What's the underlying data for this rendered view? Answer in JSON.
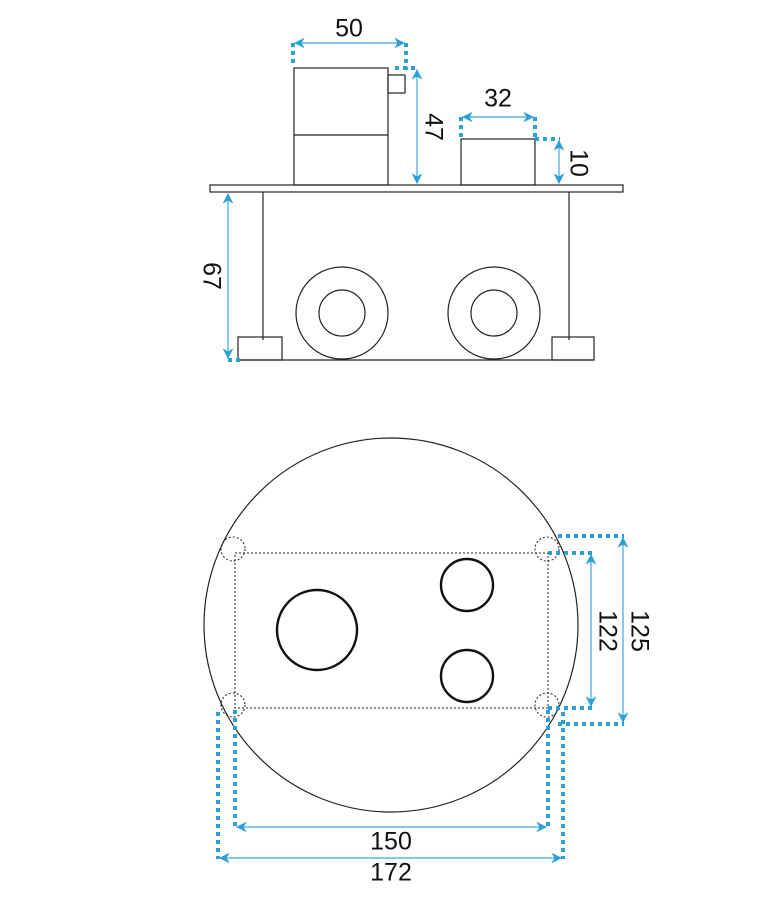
{
  "dimensions": {
    "top_knob_width": "50",
    "top_knob_height": "47",
    "small_knob_width": "32",
    "small_knob_height": "10",
    "box_depth": "67",
    "inner_height": "122",
    "outer_height": "125",
    "inner_width": "150",
    "outer_width": "172"
  },
  "colors": {
    "dimension": "#3aa8dc",
    "line": "#222222"
  }
}
